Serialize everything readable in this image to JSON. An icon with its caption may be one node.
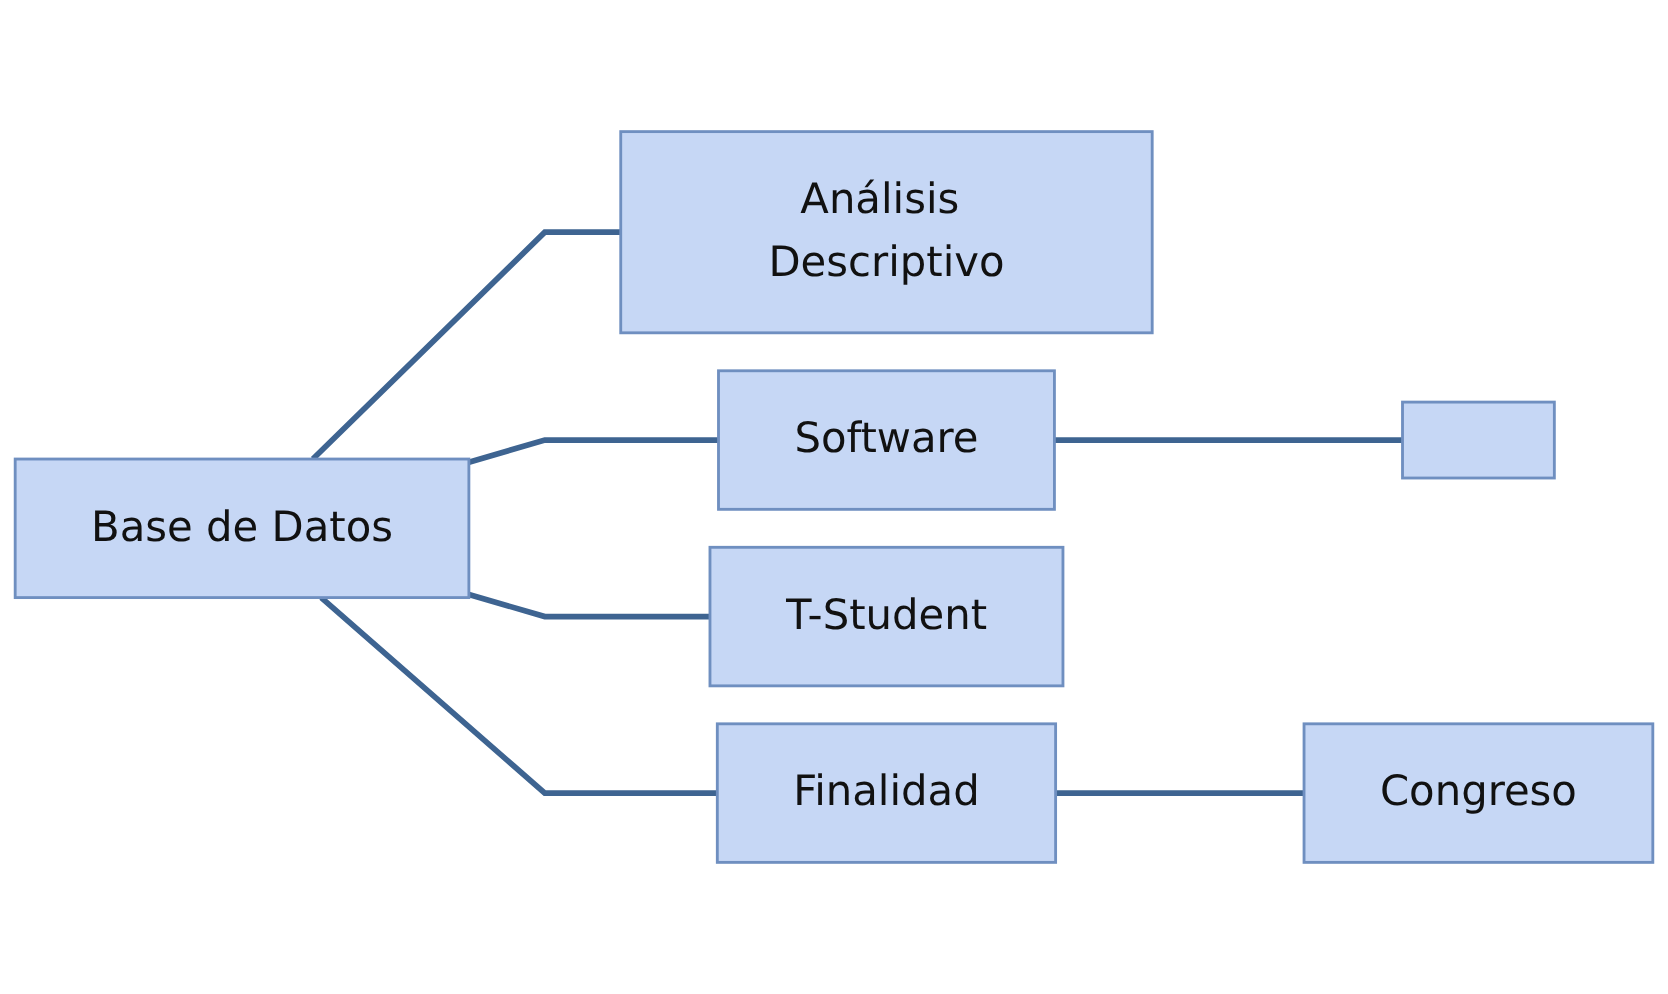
{
  "diagram": {
    "nodes": [
      {
        "text": [
          "Base de Datos"
        ]
      },
      {
        "text": [
          "Análisis Descriptivo"
        ]
      },
      {
        "text": [
          "Software"
        ]
      },
      {
        "text": [],
        "shape": "box"
      },
      {
        "text": [
          "T-Student"
        ]
      },
      {
        "text": [
          "Finalidad"
        ]
      },
      {
        "text": [
          "Congreso"
        ]
      }
    ],
    "edges": [
      {
        "from": 0,
        "to": 1,
        "arrow": "none"
      },
      {
        "from": 0,
        "to": 2,
        "arrow": "none"
      },
      {
        "from": 2,
        "to": 3,
        "arrow": "none"
      },
      {
        "from": 0,
        "to": 4,
        "arrow": "none"
      },
      {
        "from": 0,
        "to": 5,
        "arrow": "none"
      },
      {
        "from": 5,
        "to": 6,
        "arrow": "none"
      }
    ]
  }
}
